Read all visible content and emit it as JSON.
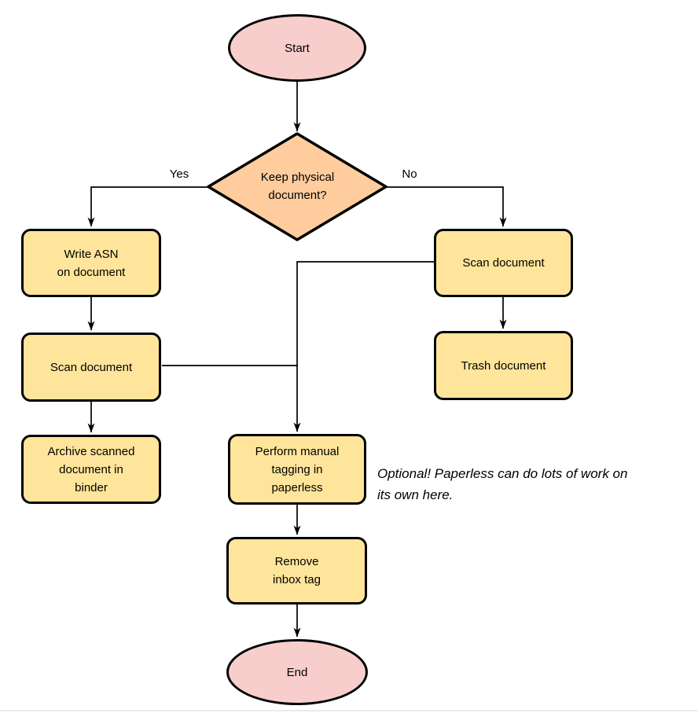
{
  "colors": {
    "background": "#ffffff",
    "terminal_fill": "#f8cecc",
    "decision_fill": "#ffcc9e",
    "process_fill": "#ffe59b",
    "stroke": "#000000",
    "bottom_rule": "#ebebeb"
  },
  "nodes": {
    "start": {
      "label": "Start"
    },
    "decision": {
      "label": "Keep physical\ndocument?"
    },
    "write_asn": {
      "label": "Write ASN\non document"
    },
    "scan_left": {
      "label": "Scan document"
    },
    "archive": {
      "label": "Archive scanned\ndocument in\nbinder"
    },
    "scan_right": {
      "label": "Scan document"
    },
    "trash": {
      "label": "Trash document"
    },
    "tagging": {
      "label": "Perform manual\ntagging in\npaperless"
    },
    "remove_tag": {
      "label": "Remove\ninbox tag"
    },
    "end": {
      "label": "End"
    }
  },
  "edge_labels": {
    "yes": "Yes",
    "no": "No"
  },
  "annotation": "Optional! Paperless can do lots of work on\nits own here."
}
